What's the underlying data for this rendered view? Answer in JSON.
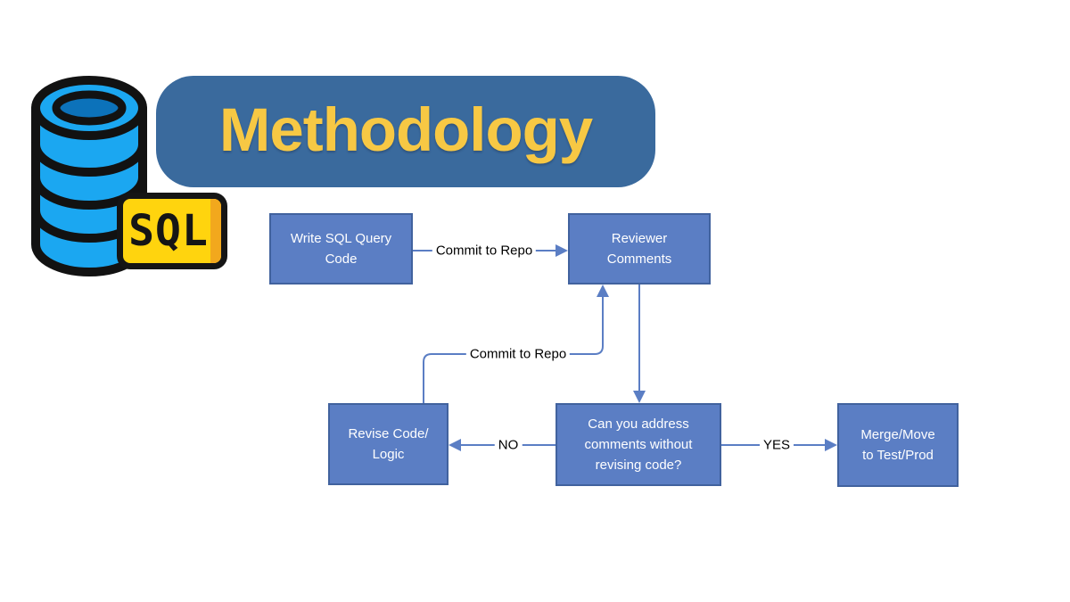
{
  "header": {
    "title": "Methodology",
    "sql_badge": "SQL"
  },
  "colors": {
    "title_banner_bg": "#3A6A9D",
    "title_text": "#F7C844",
    "database_blue": "#1BA7F1",
    "database_top_dark": "#0C72BA",
    "sql_badge_yellow": "#FFD40E",
    "sql_badge_shade": "#F2A81D",
    "node_fill": "#5B7EC4",
    "node_border": "#41629E",
    "node_text": "#FFFFFF",
    "connector": "#5B7EC4",
    "edge_label_text": "#000000",
    "background": "#FFFFFF"
  },
  "flowchart": {
    "nodes": [
      {
        "id": "write-sql",
        "lines": [
          "Write SQL Query",
          "Code"
        ]
      },
      {
        "id": "reviewer-comments",
        "lines": [
          "Reviewer",
          "Comments"
        ]
      },
      {
        "id": "revise-code",
        "lines": [
          "Revise Code/",
          "Logic"
        ]
      },
      {
        "id": "decision",
        "lines": [
          "Can you address",
          "comments without",
          "revising code?"
        ]
      },
      {
        "id": "merge",
        "lines": [
          "Merge/Move",
          "to Test/Prod"
        ]
      }
    ],
    "edge_labels": [
      {
        "id": "commit-to-repo-1",
        "text": "Commit to Repo"
      },
      {
        "id": "commit-to-repo-2",
        "text": "Commit to Repo"
      },
      {
        "id": "no",
        "text": "NO"
      },
      {
        "id": "yes",
        "text": "YES"
      }
    ],
    "edges": [
      {
        "from": "write-sql",
        "to": "reviewer-comments",
        "label": "Commit to Repo"
      },
      {
        "from": "reviewer-comments",
        "to": "decision",
        "label": ""
      },
      {
        "from": "decision",
        "to": "revise-code",
        "label": "NO"
      },
      {
        "from": "decision",
        "to": "merge",
        "label": "YES"
      },
      {
        "from": "revise-code",
        "to": "reviewer-comments",
        "label": "Commit to Repo"
      }
    ]
  }
}
